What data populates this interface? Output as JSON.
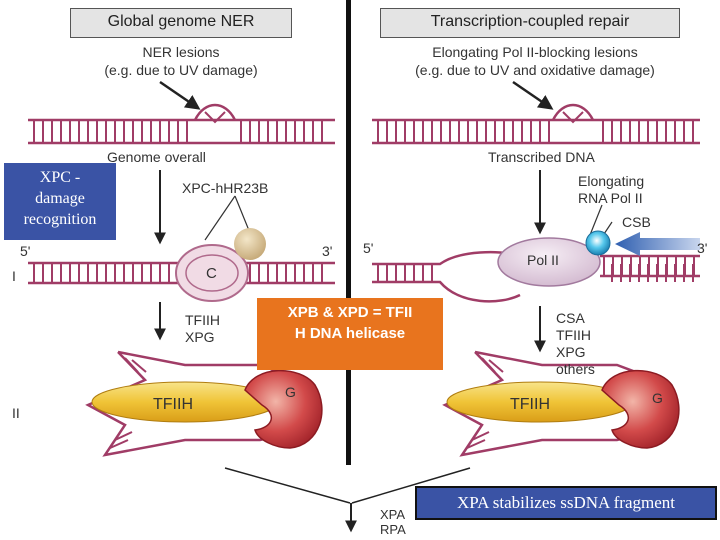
{
  "left_panel": {
    "header": "Global genome NER",
    "lesions_line1": "NER lesions",
    "lesions_line2": "(e.g. due to UV damage)",
    "genome_overall": "Genome overall",
    "xpc_label": "XPC-hHR23B",
    "five_prime": "5'",
    "three_prime": "3'",
    "stage_one": "I",
    "c_label": "C",
    "tfiih_line1": "TFIIH",
    "tfiih_line2": "XPG",
    "stage_two": "II",
    "tfiih_bubble": "TFIIH",
    "g_label": "G"
  },
  "right_panel": {
    "header": "Transcription-coupled repair",
    "lesions_line1": "Elongating Pol II-blocking lesions",
    "lesions_line2": "(e.g. due to UV and oxidative damage)",
    "transcribed": "Transcribed DNA",
    "elongating_line1": "Elongating",
    "elongating_line2": "RNA Pol II",
    "csb": "CSB",
    "five_prime": "5'",
    "three_prime": "3'",
    "pol_ii": "Pol II",
    "factors": [
      "CSA",
      "TFIIH",
      "XPG",
      "others"
    ],
    "tfiih_bubble": "TFIIH",
    "g_label": "G"
  },
  "bottom": {
    "xpa": "XPA",
    "rpa": "RPA"
  },
  "overlays": {
    "xpc_box": [
      "XPC -",
      "damage",
      "recognition"
    ],
    "xpb_box": [
      "XPB & XPD = TFII",
      "H DNA helicase"
    ],
    "xpa_box": "XPA stabilizes ssDNA fragment"
  },
  "colors": {
    "dna": "#a03c66",
    "overlay_blue": "#3a53a5",
    "overlay_orange": "#e8741e",
    "tfiih_yellow": "#f0c437",
    "g_red": "#c8373e",
    "pol_ii": "#e3cfe0"
  }
}
